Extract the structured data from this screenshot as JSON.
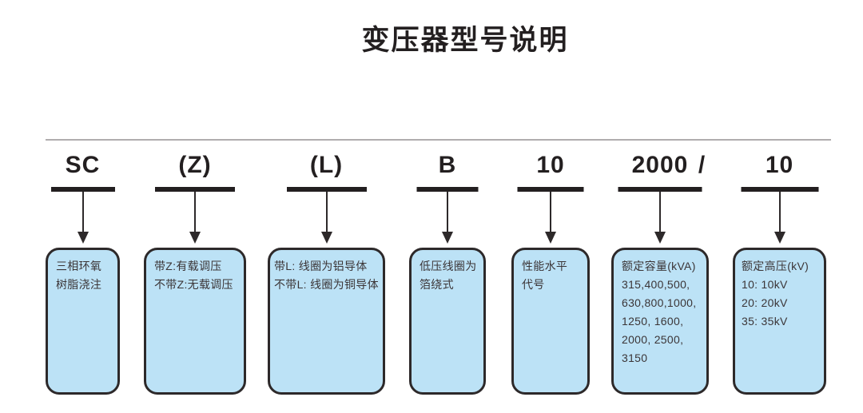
{
  "title": "变压器型号说明",
  "separator": "/",
  "colors": {
    "box_fill": "#bce2f6",
    "box_border": "#2d292a",
    "ink": "#231f20",
    "rule": "#b0adae",
    "text": "#3b3537"
  },
  "columns": [
    {
      "code": "SC",
      "lines": [
        "三相环氧",
        "树脂浇注"
      ]
    },
    {
      "code": "(Z)",
      "lines": [
        "带Z:有载调压",
        "不带Z:无载调压"
      ]
    },
    {
      "code": "(L)",
      "lines": [
        "带L: 线圈为铝导体",
        "不带L: 线圈为铜导体"
      ]
    },
    {
      "code": "B",
      "lines": [
        "低压线圈为",
        "箔绕式"
      ]
    },
    {
      "code": "10",
      "lines": [
        "性能水平",
        "代号"
      ]
    },
    {
      "code": "2000",
      "lines": [
        "额定容量(kVA)",
        "315,400,500,",
        "630,800,1000,",
        "1250, 1600,",
        "2000, 2500,",
        "3150"
      ]
    },
    {
      "code": "10",
      "lines": [
        "额定高压(kV)",
        "10: 10kV",
        "20: 20kV",
        "35: 35kV"
      ]
    }
  ]
}
